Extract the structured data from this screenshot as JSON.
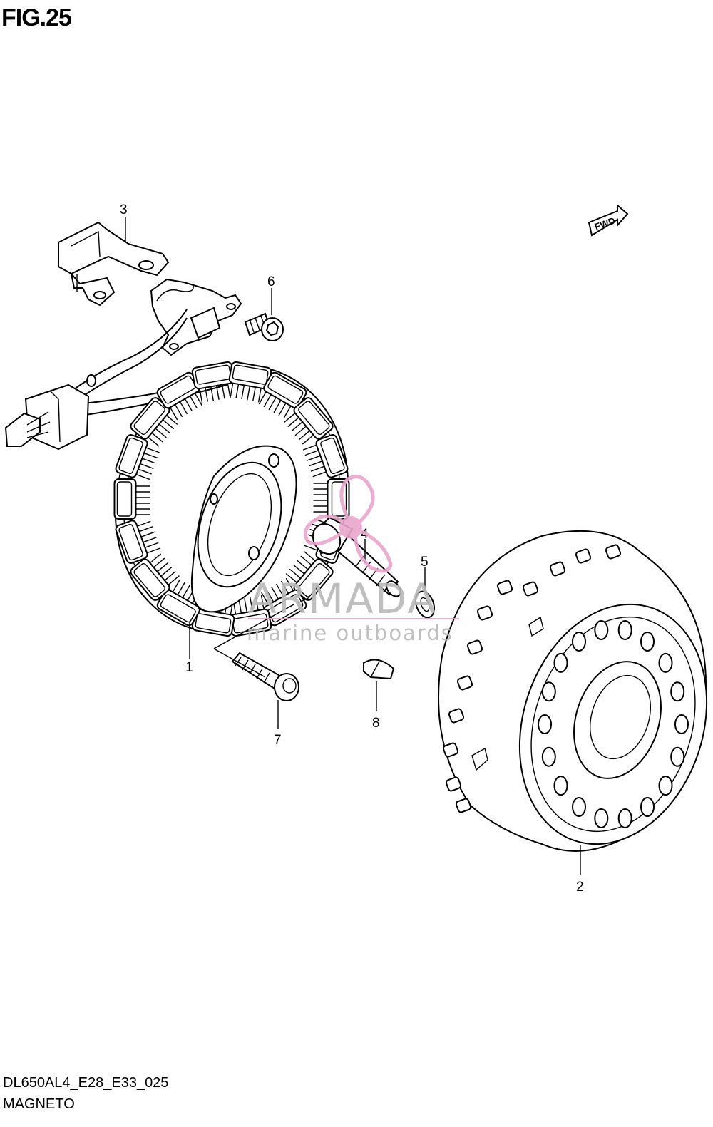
{
  "figure": {
    "title": "FIG.25",
    "code": "DL650AL4_E28_E33_025",
    "name": "MAGNETO"
  },
  "direction_badge": "FWD",
  "callouts": [
    {
      "id": "1",
      "label": "1"
    },
    {
      "id": "2",
      "label": "2"
    },
    {
      "id": "3",
      "label": "3"
    },
    {
      "id": "4",
      "label": "4"
    },
    {
      "id": "5",
      "label": "5"
    },
    {
      "id": "6",
      "label": "6"
    },
    {
      "id": "7",
      "label": "7"
    },
    {
      "id": "8",
      "label": "8"
    }
  ],
  "watermark": {
    "brand": "ARMADA",
    "tagline": "marine outboards",
    "colors": {
      "accent": "#e9a6cc",
      "text": "#b9b9b9"
    }
  }
}
